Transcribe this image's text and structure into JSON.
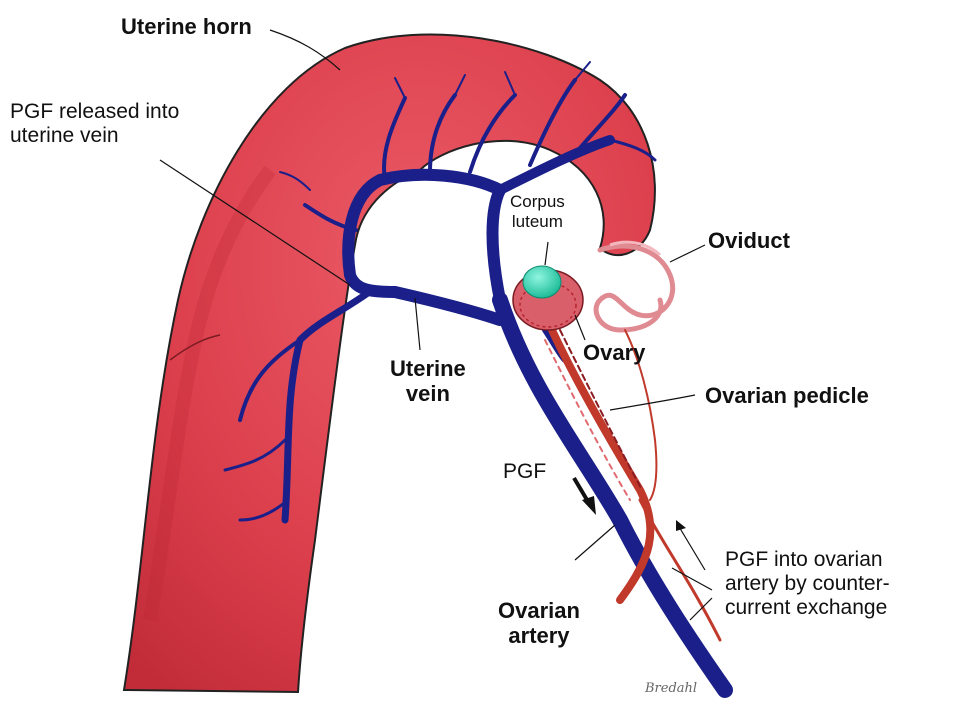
{
  "labels": {
    "uterine_horn": "Uterine horn",
    "pgf_released": "PGF released into\nuterine vein",
    "corpus_luteum": "Corpus\nluteum",
    "oviduct": "Oviduct",
    "ovary": "Ovary",
    "uterine_vein": "Uterine\nvein",
    "ovarian_pedicle": "Ovarian pedicle",
    "pgf": "PGF",
    "pgf_ovarian_artery": "PGF into ovarian\nartery by counter-\ncurrent exchange",
    "ovarian_artery": "Ovarian\nartery",
    "signature": "Bredahl"
  },
  "colors": {
    "uterus": "#e0414f",
    "uterus_dark": "#b8232f",
    "vein": "#1a1f8a",
    "artery": "#c0392b",
    "corpus_luteum": "#2fd8b8",
    "ovary": "#d9606b",
    "oviduct": "#f0a0a6"
  }
}
